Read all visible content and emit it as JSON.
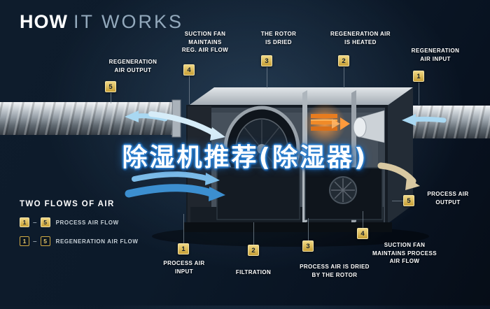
{
  "title": {
    "word1": "HOW",
    "word2": "IT WORKS"
  },
  "watermark": {
    "text": "除湿机推荐(除湿器)"
  },
  "colors": {
    "background": "#0c1a2a",
    "badge_gold": "#d9b54a",
    "process_arrow_blue": "#3c8fd0",
    "regeneration_arrow_cyan": "#a9d8f2",
    "heater_orange": "#e87c1e",
    "output_arrow_tan": "#d9c9a2",
    "label_white": "#ffffff"
  },
  "top_callouts": [
    {
      "num": "5",
      "label": "REGENERATION\nAIR OUTPUT"
    },
    {
      "num": "4",
      "label": "SUCTION FAN\nMAINTAINS\nREG. AIR FLOW"
    },
    {
      "num": "3",
      "label": "THE ROTOR\nIS DRIED"
    },
    {
      "num": "2",
      "label": "REGENERATION AIR\nIS HEATED"
    },
    {
      "num": "1",
      "label": "REGENERATION\nAIR INPUT"
    }
  ],
  "bottom_callouts": [
    {
      "num": "1",
      "label": "PROCESS AIR\nINPUT"
    },
    {
      "num": "2",
      "label": "FILTRATION"
    },
    {
      "num": "3",
      "label": "PROCESS AIR IS DRIED\nBY THE ROTOR"
    },
    {
      "num": "4",
      "label": "SUCTION FAN\nMAINTAINS PROCESS\nAIR FLOW"
    },
    {
      "num": "5",
      "label": "PROCESS AIR\nOUTPUT"
    }
  ],
  "legend": {
    "title": "TWO FLOWS OF AIR",
    "dash": "–",
    "rows": [
      {
        "from": "1",
        "to": "5",
        "label": "PROCESS AIR FLOW"
      },
      {
        "from": "1",
        "to": "5",
        "label": "REGENERATION AIR FLOW"
      }
    ]
  }
}
